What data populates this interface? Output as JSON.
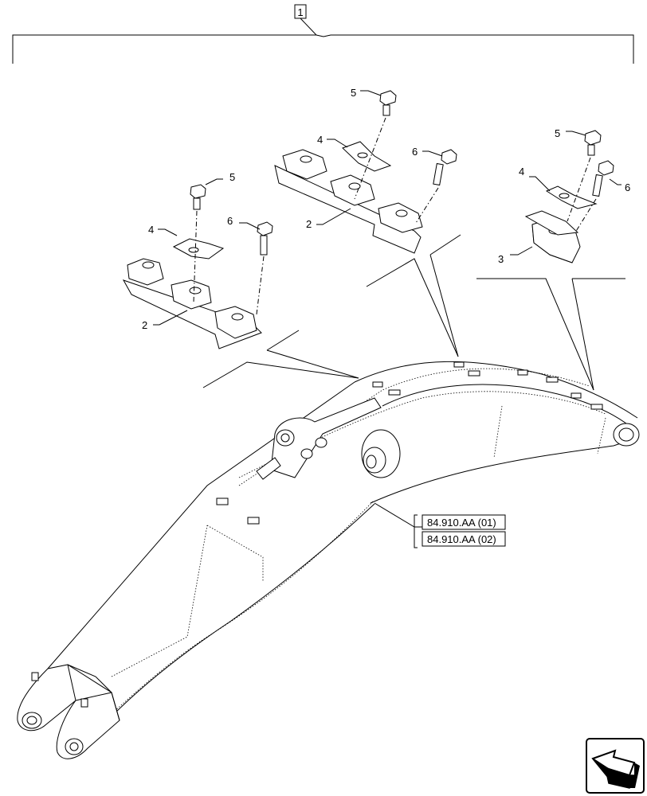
{
  "diagram": {
    "assembly_callout": "1",
    "callouts": {
      "left_group": {
        "bolt_top": "5",
        "clamp": "4",
        "bolt_side": "6",
        "bracket": "2"
      },
      "middle_group": {
        "bolt_top": "5",
        "clamp": "4",
        "bolt_side": "6",
        "bracket": "2"
      },
      "right_group": {
        "bolt_top": "5",
        "clamp": "4",
        "bolt_side": "6",
        "bracket": "3"
      }
    },
    "references": [
      "84.910.AA (01)",
      "84.910.AA (02)"
    ],
    "icons": {
      "nav": "arrow-icon",
      "part": "boom-arm"
    }
  }
}
